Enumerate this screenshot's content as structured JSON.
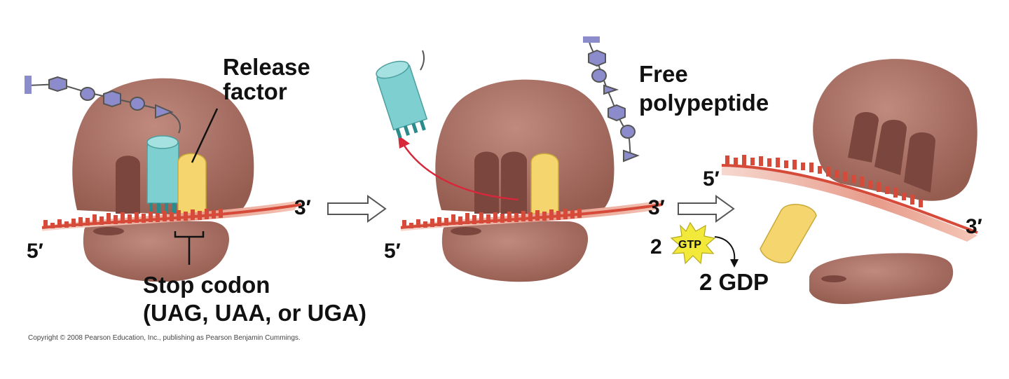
{
  "labels": {
    "release_factor_line1": "Release",
    "release_factor_line2": "factor",
    "stop_codon": "Stop codon",
    "stop_codon_options": "(UAG, UAA, or UGA)",
    "free_polypeptide_line1": "Free",
    "free_polypeptide_line2": "polypeptide",
    "three_prime": "3′",
    "five_prime": "5′",
    "gtp_count": "2",
    "gtp": "GTP",
    "gdp": "2 GDP",
    "copyright": "Copyright © 2008 Pearson Education, Inc., publishing as Pearson Benjamin Cummings."
  },
  "colors": {
    "ribosome": "#a0665a",
    "ribosome_dark": "#7a463d",
    "trna": "#7ecfcf",
    "release_factor": "#f5d66e",
    "mrna": "#d64a3a",
    "polypeptide": "#8c8ccc",
    "gtp_star": "#f2e93a"
  }
}
